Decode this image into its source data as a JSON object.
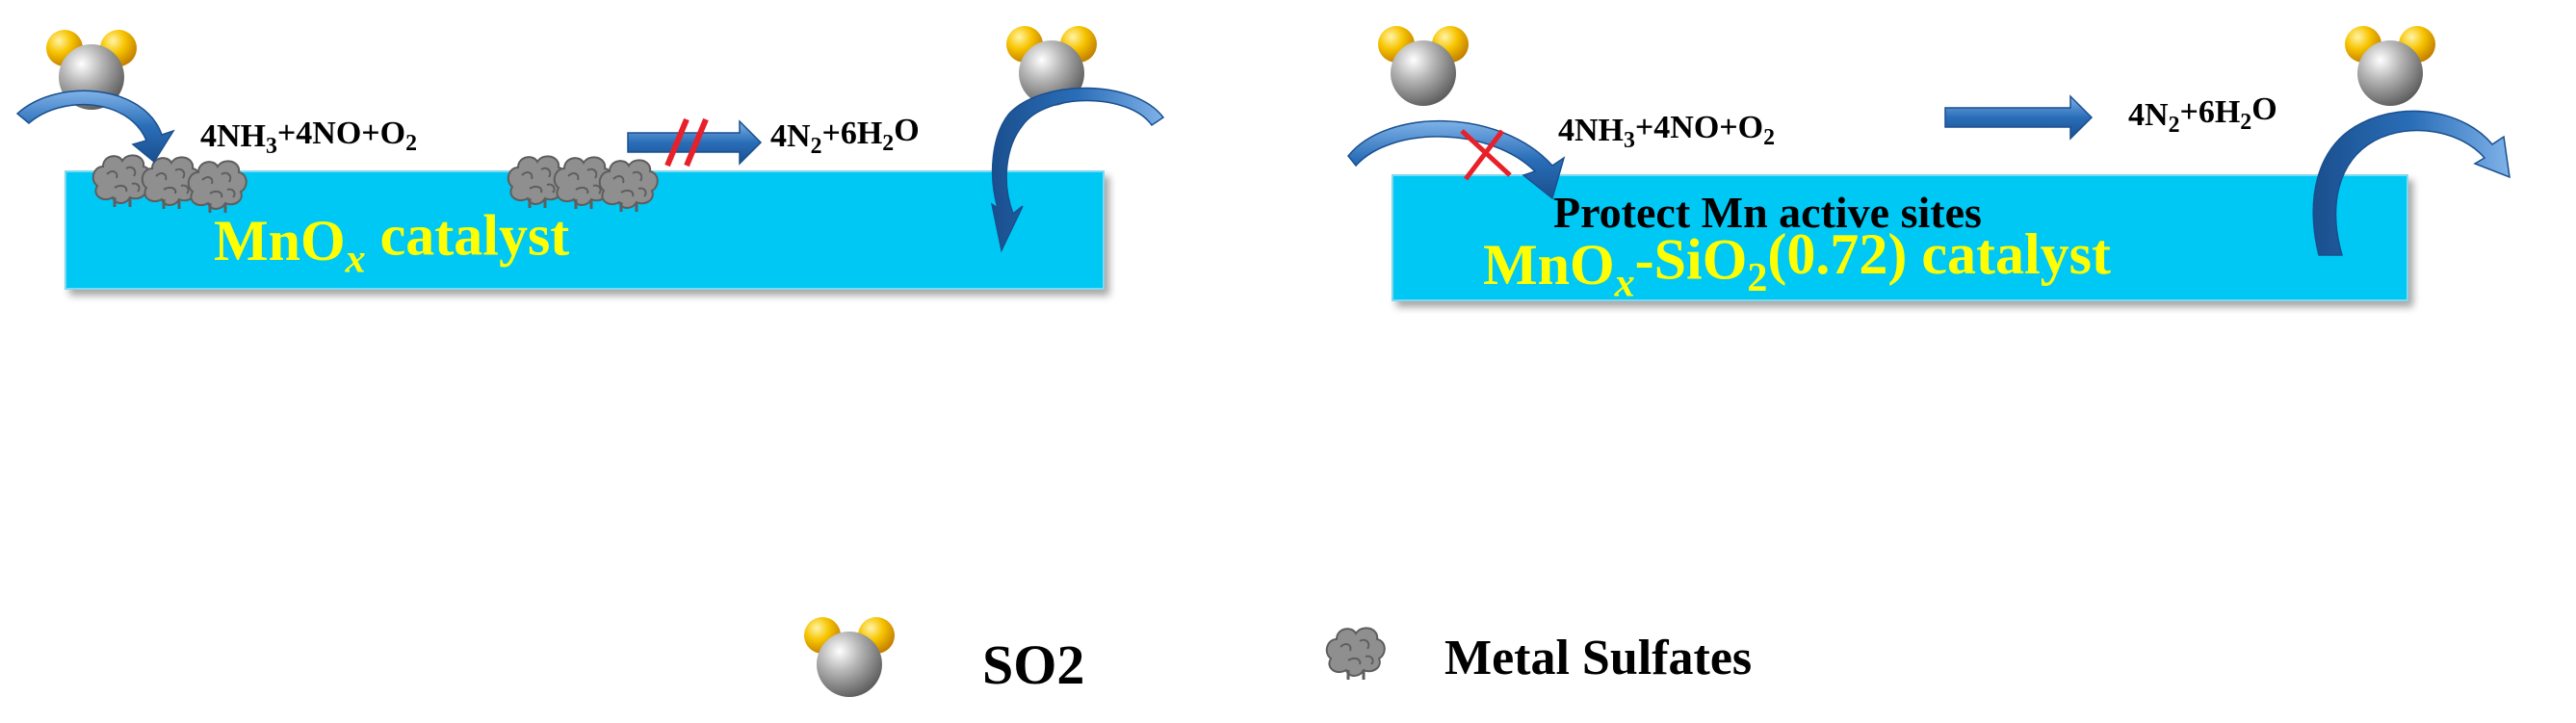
{
  "colors": {
    "catalyst_fill": "#00C8F5",
    "catalyst_text": "#FFFF00",
    "arrow": "#2A6EB8",
    "cross": "#E8202A",
    "sulfur": "#F2B400",
    "center_atom": "#8E8E8E",
    "sulfate": "#8C8C8C"
  },
  "left_panel": {
    "reaction": {
      "lhs": [
        {
          "t": "4NH"
        },
        {
          "t": "3",
          "sub": true
        },
        {
          "t": "+4NO+O"
        },
        {
          "t": "2",
          "sub": true
        }
      ],
      "rhs": [
        {
          "t": "4N"
        },
        {
          "t": "2",
          "sub": true
        },
        {
          "t": "+6H"
        },
        {
          "t": "2",
          "sub": true
        },
        {
          "t": "O"
        }
      ],
      "blocked": true
    },
    "catalyst_label": [
      {
        "t": "MnO"
      },
      {
        "t": "x",
        "sub": true,
        "italic": true
      },
      {
        "t": " catalyst"
      }
    ]
  },
  "right_panel": {
    "reaction": {
      "lhs": [
        {
          "t": "4NH"
        },
        {
          "t": "3",
          "sub": true
        },
        {
          "t": "+4NO+O"
        },
        {
          "t": "2",
          "sub": true
        }
      ],
      "rhs": [
        {
          "t": "4N"
        },
        {
          "t": "2",
          "sub": true
        },
        {
          "t": "+6H"
        },
        {
          "t": "2",
          "sub": true
        },
        {
          "t": "O"
        }
      ],
      "adsorption_blocked": true
    },
    "protect_text": "Protect Mn active sites",
    "catalyst_label": [
      {
        "t": "MnO"
      },
      {
        "t": "x",
        "sub": true,
        "italic": true
      },
      {
        "t": "-SiO"
      },
      {
        "t": "2",
        "sub": true
      },
      {
        "t": "(0.72) catalyst"
      }
    ]
  },
  "legend": {
    "items": [
      {
        "icon": "so2-molecule-icon",
        "label": "SO2"
      },
      {
        "icon": "metal-sulfate-icon",
        "label": "Metal Sulfates"
      }
    ]
  }
}
